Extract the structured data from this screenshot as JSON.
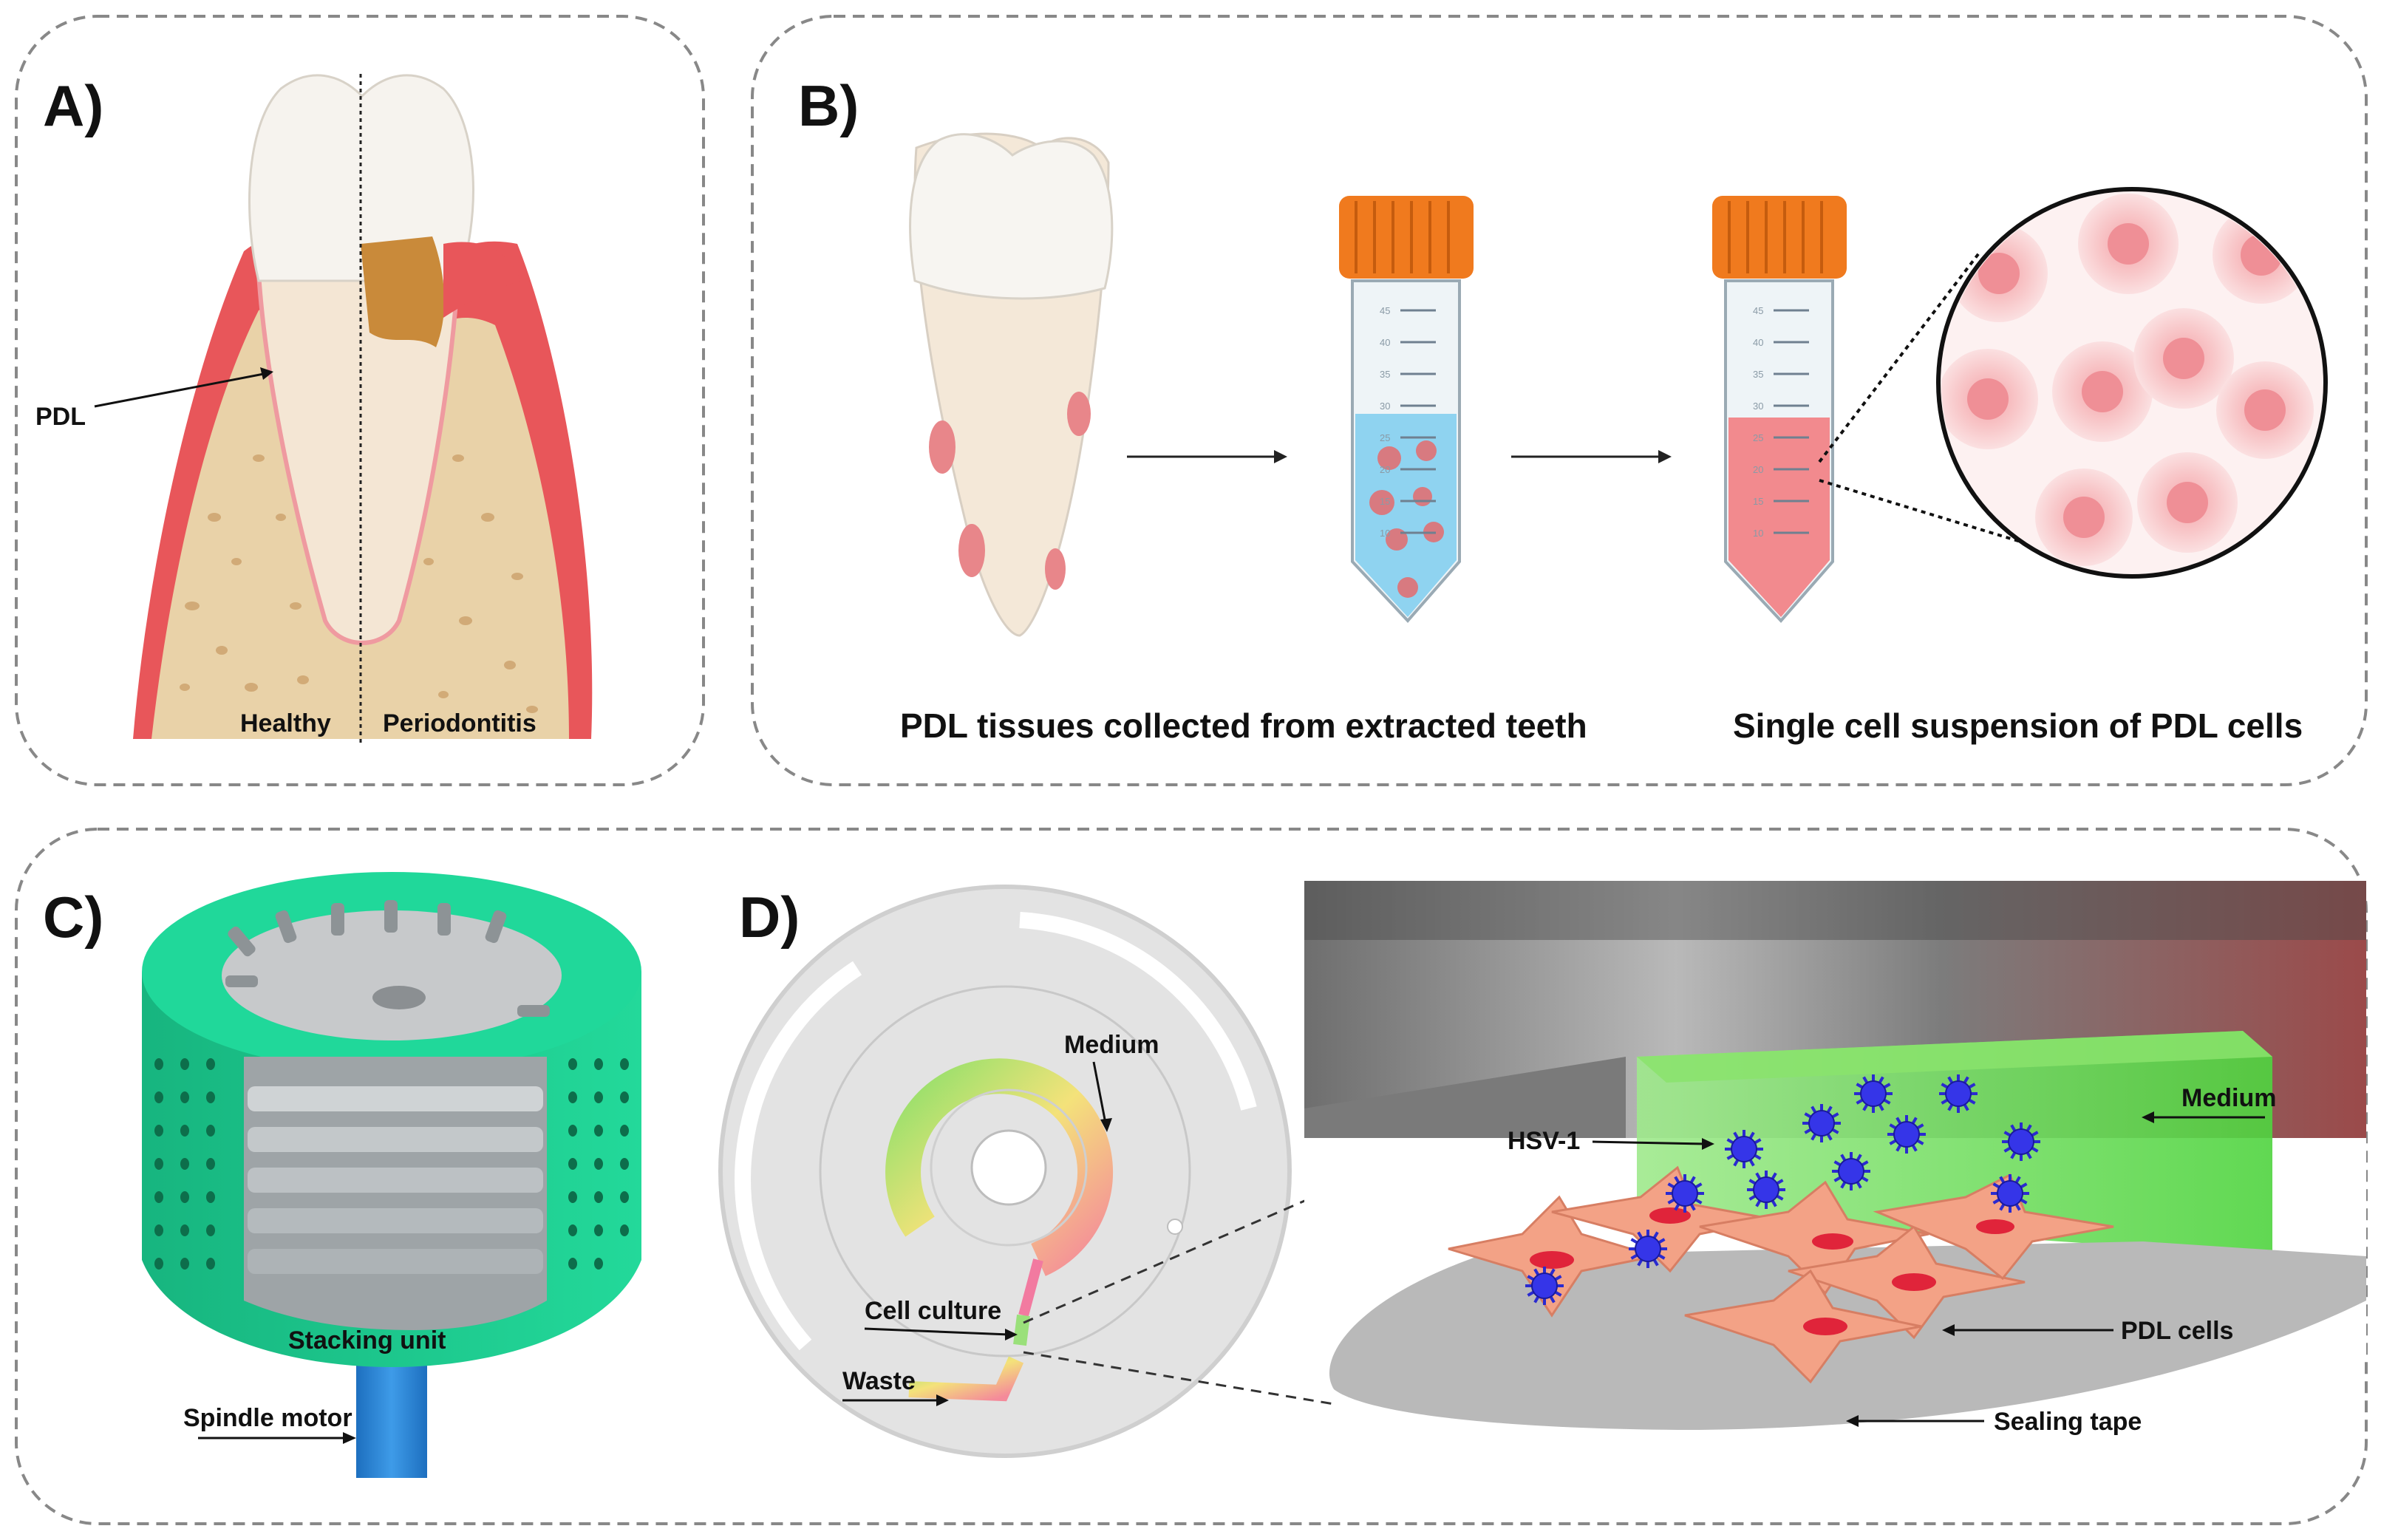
{
  "panels": {
    "a": {
      "letter": "A)",
      "pdl_label": "PDL",
      "healthy_label": "Healthy",
      "periodontitis_label": "Periodontitis"
    },
    "b": {
      "letter": "B)",
      "caption_left": "PDL tissues collected from extracted teeth",
      "caption_right": "Single cell suspension of PDL cells",
      "tube_ticks": [
        "45",
        "40",
        "35",
        "30",
        "25",
        "20",
        "15",
        "10"
      ]
    },
    "c": {
      "letter": "C)",
      "stacking_unit_label": "Stacking unit",
      "spindle_motor_label": "Spindle motor"
    },
    "d": {
      "letter": "D)",
      "medium_label_disc": "Medium",
      "cell_culture_label": "Cell culture",
      "waste_label": "Waste",
      "medium_label_zoom": "Medium",
      "hsv_label": "HSV-1",
      "pdl_cells_label": "PDL cells",
      "sealing_tape_label": "Sealing tape"
    }
  },
  "colors": {
    "gum": "#e8565a",
    "bone": "#e9d2a8",
    "tooth": "#f4f0ea",
    "cap_orange": "#f07a1e",
    "liquid_blue": "#8fd3f0",
    "liquid_pink": "#f28a8e",
    "stacker_green": "#21d69a",
    "motor_blue": "#2b86d6",
    "cell_salmon": "#f3a286",
    "virus_blue": "#2a2ad0"
  }
}
